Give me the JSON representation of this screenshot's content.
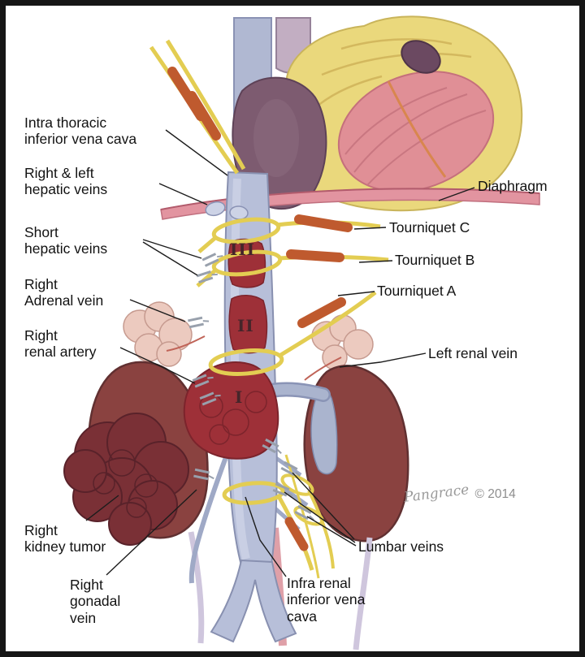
{
  "labels": {
    "intra_thoracic_ivc": "Intra thoracic\ninferior vena cava",
    "hepatic_veins": "Right & left\nhepatic veins",
    "short_hepatic_veins": "Short\nhepatic veins",
    "right_adrenal_vein": "Right\nAdrenal vein",
    "right_renal_artery": "Right\nrenal artery",
    "right_kidney_tumor": "Right\nkidney tumor",
    "right_gonadal_vein": "Right\ngonadal\nvein",
    "diaphragm": "Diaphragm",
    "tourniquet_c": "Tourniquet C",
    "tourniquet_b": "Tourniquet B",
    "tourniquet_a": "Tourniquet A",
    "left_renal_vein": "Left renal vein",
    "lumbar_veins": "Lumbar veins",
    "infra_renal_ivc": "Infra renal\ninferior vena\ncava"
  },
  "ivc_levels": {
    "level1": "I",
    "level2": "II",
    "level3": "III"
  },
  "credit": {
    "signature": "Pangrace",
    "year": "© 2014"
  },
  "colors": {
    "vessel_blue": "#b7bfd9",
    "vessel_edge": "#8890b0",
    "kidney": "#8a4240",
    "tumor": "#7a3036",
    "thrombus": "#9e3038",
    "heart_fat": "#ead87c",
    "heart_muscle": "#e08f96",
    "atrium_purple": "#7d5b70",
    "diaphragm_pink": "#e294a0",
    "adrenal_pink": "#eccabf",
    "tourniquet_yellow": "#e3cd52",
    "tube_orange": "#bf5a2e",
    "clip_grey": "#98a0ac"
  }
}
